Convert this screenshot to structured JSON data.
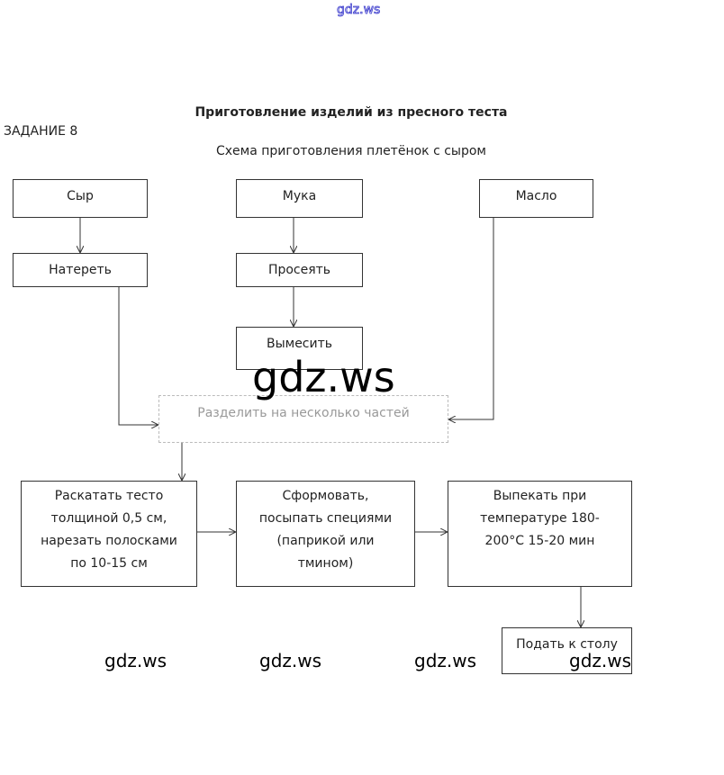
{
  "watermark_top": "gdz.ws",
  "title": "Приготовление изделий из пресного теста",
  "task_label": "ЗАДАНИЕ 8",
  "subtitle": "Схема приготовления плетёнок с сыром",
  "nodes": {
    "cheese": "Сыр",
    "flour": "Мука",
    "butter": "Масло",
    "grate": "Натереть",
    "sift": "Просеять",
    "knead": "Вымесить",
    "divide": "Разделить на несколько частей",
    "roll": "Раскатать тесто толщиной 0,5 см, нарезать полосками по 10-15 см",
    "shape": "Сформовать, посыпать специями (паприкой или тмином)",
    "bake": "Выпекать при температуре 180-200°C 15-20 мин",
    "serve": "Подать к столу"
  },
  "watermarks": [
    "gdz.ws",
    "gdz.ws",
    "gdz.ws",
    "gdz.ws",
    "gdz.ws"
  ]
}
